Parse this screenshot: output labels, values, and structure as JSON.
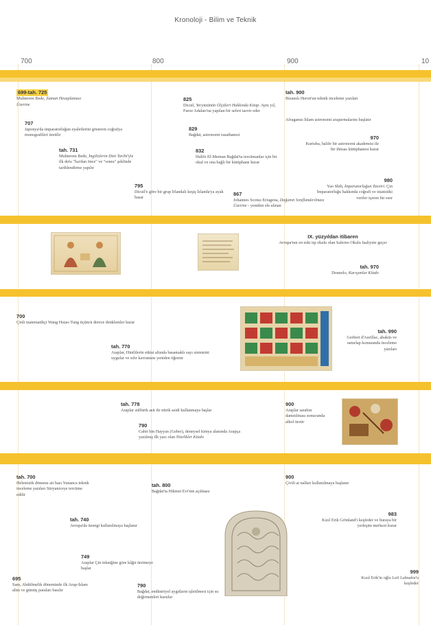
{
  "title": "Kronoloji - Bilim ve Teknik",
  "scale": [
    "700",
    "800",
    "900",
    "10"
  ],
  "rows": [
    {
      "events": [
        {
          "year": "699-tah. 725",
          "text": "Muhterem Bede, ",
          "italic": "Zaman Hesaplaması Üzerine",
          "rest": ""
        },
        {
          "year": "707",
          "text": "Japonya'da imparatorluğun eyaletlerini gösteren coğrafya monografileri üretilir"
        },
        {
          "year": "tah. 731",
          "text": "Muhterem Bede, ",
          "italic": "İngilizlerin Dini Tarihi",
          "rest": "'yle ilk defa \"İsa'dan önce\" ve \"sonra\" şeklinde tarihlendirme yapılır"
        },
        {
          "year": "795",
          "text": "Dicuil'e göre bir grup İrlandalı keşiş İzlanda'ya ayak basar"
        },
        {
          "year": "825",
          "text": "Dicuil, ",
          "italic": "Yeryüzünün Ölçüleri Hakkında Kitap",
          "rest": ". Aynı yıl, Faroe Adaları'na yapılan bir seferi tasvir eder"
        },
        {
          "year": "829",
          "text": "Bağdat, astronomi rasathanesi"
        },
        {
          "year": "832",
          "text": "Halife El-Memun Bağdat'ta tercümanlar için bir okul ve ona bağlı bir kütüphane kurar"
        },
        {
          "year": "867",
          "text": "Johannes Scotus Eriugena, ",
          "italic": "Doğanın Sınıflandırılması Üzerine",
          "rest": " - yeniden ele alınan"
        },
        {
          "year": "tah. 900",
          "text": "Bizanslı Heron'un teknik inceleme yazıları"
        },
        {
          "year": "",
          "text": "Afraganus İslam astronomi araştırmalarını başlatır"
        },
        {
          "year": "970",
          "text": "Kurtuba, halife bir astronomi akademisi ile bir ihtisas kütüphanesi kurar"
        },
        {
          "year": "980",
          "text": "Yao Shih, ",
          "italic": "İmparatorluğun Tasviri",
          "rest": ". Çin İmparatorluğu hakkında coğrafi ve istatistiki veriler içeren bir eser"
        }
      ]
    },
    {
      "events": [
        {
          "year": "IX. yüzyıldan itibaren",
          "text": "Avrupa'nın en eski tıp okulu olan Salerno Okulu faaliyete geçer"
        },
        {
          "year": "tah. 970",
          "text": "Donnolo, ",
          "italic": "Karışımlar Kitabı",
          "rest": ""
        }
      ]
    },
    {
      "events": [
        {
          "year": "700",
          "text": "Çinli matematikçi Wang Hsiao-Tung üçüncü derece denklemler kurar"
        },
        {
          "year": "tah. 770",
          "text": "Araplar, Hintlilerin etkisi altında basamaklı sayı sistemini uygular ve sıfır kavramını yeniden öğrenir"
        },
        {
          "year": "tah. 990",
          "text": "Gerbert d'Aurillac, abaküs ve usturlap konusunda inceleme yazıları"
        }
      ]
    },
    {
      "events": [
        {
          "year": "tah. 778",
          "text": "Araplar sülfürik asit ile nitrik asidi kullanmaya başlar"
        },
        {
          "year": "790",
          "text": "Cabir bin Hayyan (Geber), deneysel kimya alanında Arapça yazılmış ilk yazı olan ",
          "italic": "Nitelikler Kitabı",
          "rest": ""
        },
        {
          "year": "900",
          "text": "Araplar sarabın damıtılması sonucunda alkol üretir"
        }
      ]
    },
    {
      "events": [
        {
          "year": "tah. 700",
          "text": "Helenistik döneme ait bazı Yunanca teknik inceleme yazıları Süryaniceye tercüme edilir"
        },
        {
          "year": "tah. 800",
          "text": "Bağdat'ta Hikmet Evi'nin açılması"
        },
        {
          "year": "900",
          "text": "Çivili at nalları kullanılmaya başlanır"
        },
        {
          "year": "tah. 740",
          "text": "Avrupa'da üzengi kullanılmaya başlanır"
        },
        {
          "year": "983",
          "text": "Kızıl Erik Grönland'ı keşfeder ve buraya bir yerleşim merkezi kurar"
        },
        {
          "year": "749",
          "text": "Araplar Çin tekniğine göre kâğıt üretmeye başlar"
        },
        {
          "year": "999",
          "text": "Kızıl Erik'in oğlu Leif Labrador'u keşfeder"
        },
        {
          "year": "695",
          "text": "Sam, Abdülmelik döneminde ilk Arap-İslam altın ve gümüş paraları basılır"
        },
        {
          "year": "790",
          "text": "Bağdat, endüstriyel aygıtların işletilmesi için su değirmenleri kurulur"
        }
      ]
    }
  ],
  "colors": {
    "band": "#f5c22e",
    "band_light": "#f9d877",
    "highlight": "#f7d24a"
  }
}
